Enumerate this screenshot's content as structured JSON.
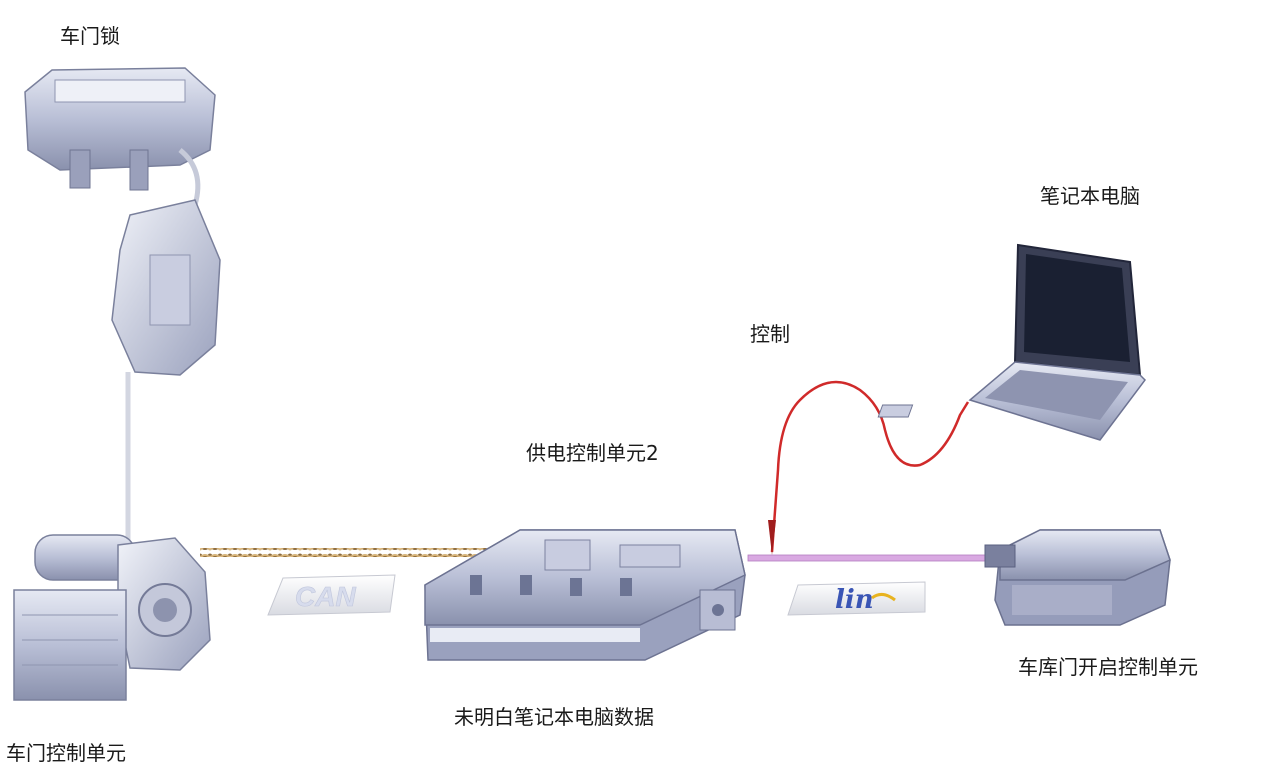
{
  "labels": {
    "door_lock": "车门锁",
    "laptop": "笔记本电脑",
    "control": "控制",
    "power_control_unit": "供电控制单元2",
    "garage_door_unit": "车库门开启控制单元",
    "laptop_data": "未明白笔记本电脑数据",
    "door_control_unit": "车门控制单元"
  },
  "bus_tags": {
    "can": "CAN",
    "lin": "lin"
  },
  "colors": {
    "component_fill": "#aab2cc",
    "component_dark": "#6c7494",
    "can_wire": "#b5925e",
    "lin_wire": "#c98ad8",
    "probe_wire": "#d02a2a"
  }
}
